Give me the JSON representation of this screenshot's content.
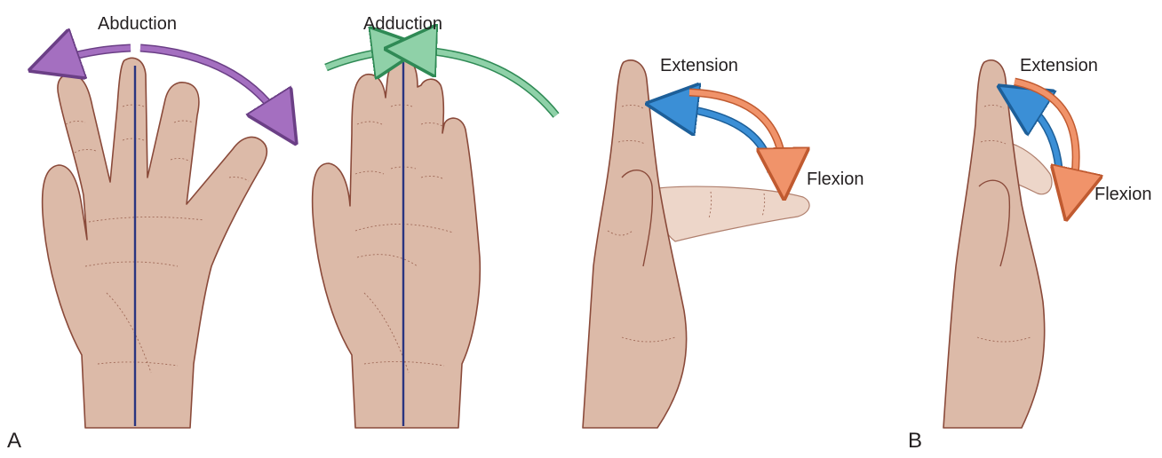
{
  "labels": {
    "abduction": "Abduction",
    "adduction": "Adduction",
    "extension_a": "Extension",
    "flexion_a": "Flexion",
    "extension_b": "Extension",
    "flexion_b": "Flexion",
    "panel_a": "A",
    "panel_b": "B"
  },
  "colors": {
    "abduction_arrow": "#a46fc0",
    "adduction_arrow": "#8fd1a8",
    "extension_arrow": "#3b8fd6",
    "flexion_arrow": "#f0936a",
    "midline": "#2a3580",
    "skin": "#dcbaa8",
    "outline": "#8a4a3a"
  },
  "icons": {
    "hand_1": "hand-palm-fingers-spread-icon",
    "hand_2": "hand-palm-fingers-together-icon",
    "hand_3": "hand-side-view-fingers-flexed-icon",
    "hand_4": "hand-side-view-partial-flexion-icon"
  }
}
